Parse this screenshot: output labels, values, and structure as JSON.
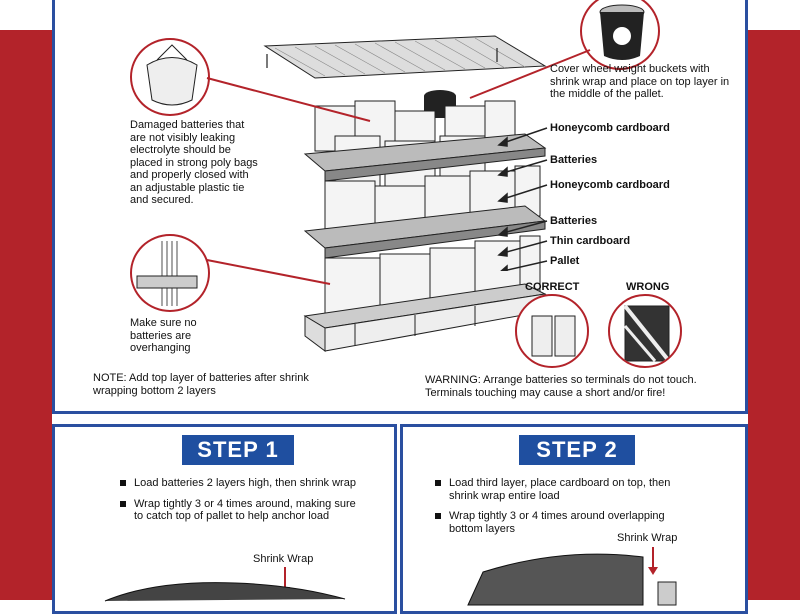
{
  "callouts": {
    "bucket_note": "Cover wheel weight buckets with shrink wrap and place on top layer in the middle of the pallet.",
    "damaged_note": "Damaged batteries that are not visibly leaking electrolyte should be placed in strong poly bags and properly closed with an adjustable plastic tie and secured.",
    "overhang_note": "Make sure no batteries are overhanging",
    "bottom_note": "NOTE: Add top layer of batteries after shrink wrapping bottom 2 layers",
    "warning": "WARNING:  Arrange batteries so terminals do not touch. Terminals touching may cause a short and/or fire!"
  },
  "layer_labels": [
    "Honeycomb cardboard",
    "Batteries",
    "Honeycomb cardboard",
    "Batteries",
    "Thin cardboard",
    "Pallet"
  ],
  "comparison": {
    "correct": "CORRECT",
    "wrong": "WRONG"
  },
  "step1": {
    "title": "STEP 1",
    "bullets": [
      "Load batteries 2 layers high, then shrink wrap",
      "Wrap tightly 3 or 4 times around, making sure to catch top of pallet to help anchor load"
    ],
    "shrink_label": "Shrink Wrap"
  },
  "step2": {
    "title": "STEP 2",
    "bullets": [
      "Load third layer, place cardboard on top, then shrink wrap entire load",
      "Wrap tightly 3 or 4 times around overlapping bottom layers"
    ],
    "shrink_label": "Shrink Wrap"
  },
  "colors": {
    "brand_red": "#b3232a",
    "brand_blue": "#1f4fa0",
    "frame_blue": "#2a4fa0"
  }
}
